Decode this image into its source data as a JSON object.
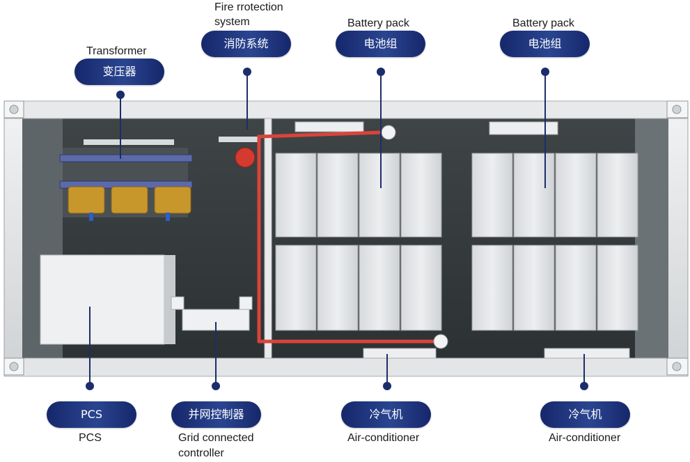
{
  "labels": {
    "transformer": {
      "en": "Transformer",
      "zh": "变压器"
    },
    "fire_protection": {
      "en_line1": "Fire rrotection",
      "en_line2": "system",
      "zh": "消防系统"
    },
    "battery_pack_1": {
      "en": "Battery pack",
      "zh": "电池组"
    },
    "battery_pack_2": {
      "en": "Battery pack",
      "zh": "电池组"
    },
    "pcs": {
      "zh": "PCS",
      "en": "PCS"
    },
    "grid_controller": {
      "zh": "并网控制器",
      "en_line1": "Grid connected",
      "en_line2": "controller"
    },
    "air_conditioner_1": {
      "zh": "冷气机",
      "en": "Air-conditioner"
    },
    "air_conditioner_2": {
      "zh": "冷气机",
      "en": "Air-conditioner"
    }
  },
  "colors": {
    "pill_navy": "#1c2d6b",
    "pipe_red": "#d9443a",
    "battery_grey": "#e2e4e7",
    "copper": "#c8972c"
  }
}
